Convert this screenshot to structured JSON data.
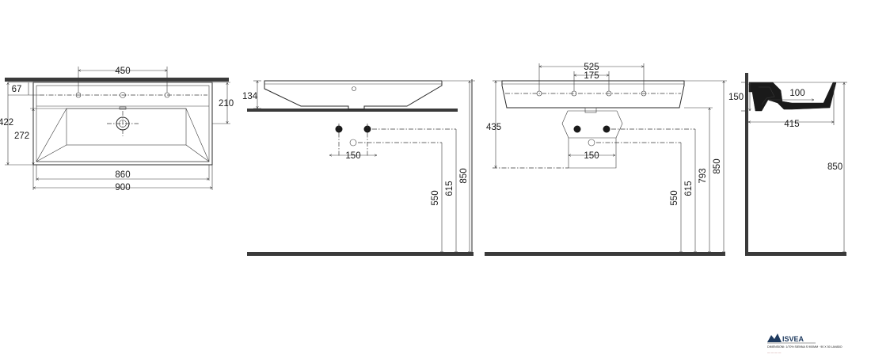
{
  "top_view": {
    "d_tap_spacing": "450",
    "d_front_edge": "67",
    "d_depth": "422",
    "d_bowl": "272",
    "d_rear": "210",
    "d_bowl_width": "860",
    "d_total_width": "900"
  },
  "side_view": {
    "d_height": "134",
    "d_pipe_spacing": "150",
    "d_550": "550",
    "d_615": "615",
    "d_850": "850"
  },
  "front_view": {
    "d_525": "525",
    "d_175": "175",
    "d_435": "435",
    "d_pipe_spacing": "150",
    "d_550": "550",
    "d_615": "615",
    "d_793": "793",
    "d_850": "850"
  },
  "profile_view": {
    "d_150": "150",
    "d_100": "100",
    "d_415": "415",
    "d_850": "850"
  },
  "logo": {
    "brand": "ISVEA",
    "caption_line1": "DIMENSIONI: 1/70% SIENNA S 900MM · 90 X 50 LAVABO",
    "caption_line2": "— — — —"
  },
  "colors": {
    "line": "#2a2a2a",
    "floor_hatch": "#3a3a3a",
    "logo": "#1e3a5f"
  }
}
